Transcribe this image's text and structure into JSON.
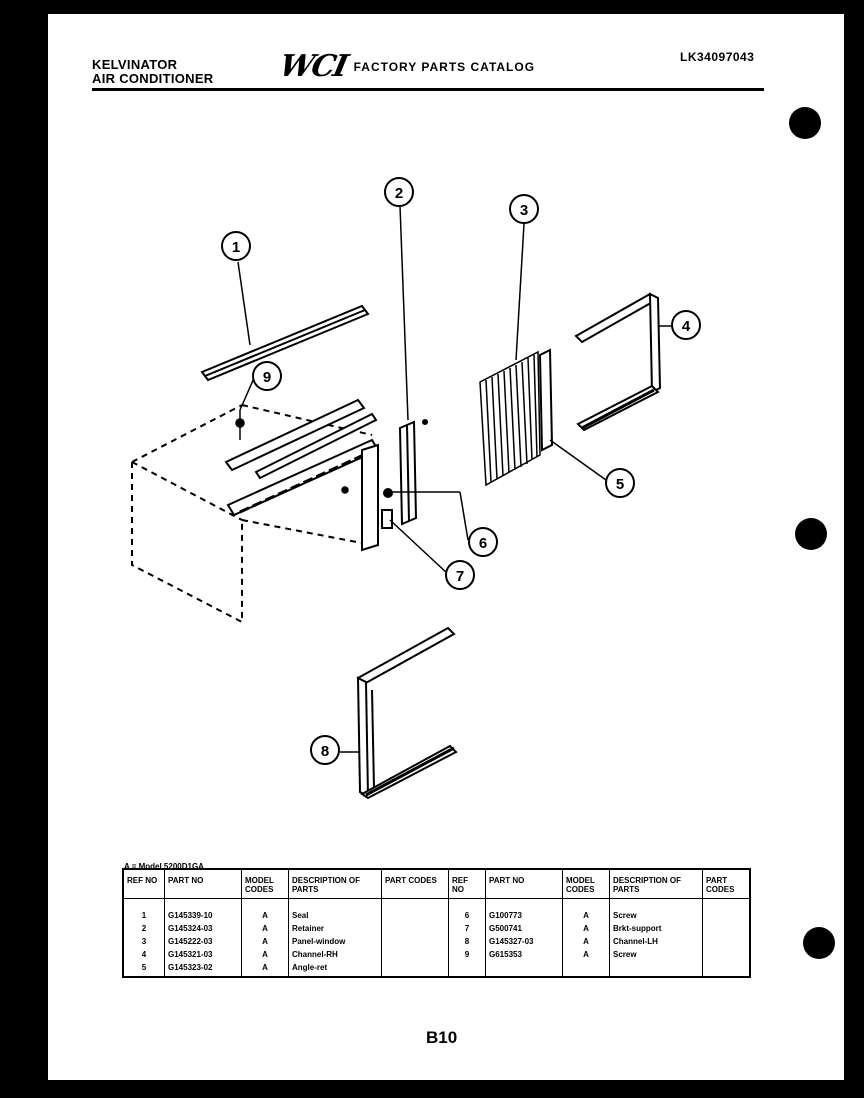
{
  "header": {
    "brand_line1": "KELVINATOR",
    "brand_line2": "AIR CONDITIONER",
    "logo_text": "WCI",
    "catalog_title": "FACTORY PARTS CATALOG",
    "catalog_number": "LK34097043"
  },
  "callouts": [
    "1",
    "2",
    "3",
    "4",
    "5",
    "6",
    "7",
    "8",
    "9"
  ],
  "model_note": "A = Model 5200D1GA",
  "table": {
    "headers": {
      "ref_no": "REF NO",
      "part_no": "PART NO",
      "model_codes": "MODEL CODES",
      "description": "DESCRIPTION OF PARTS",
      "part_codes": "PART CODES"
    },
    "left_rows": [
      {
        "ref": "1",
        "part": "G145339-10",
        "code": "A",
        "desc": "Seal"
      },
      {
        "ref": "2",
        "part": "G145324-03",
        "code": "A",
        "desc": "Retainer"
      },
      {
        "ref": "3",
        "part": "G145222-03",
        "code": "A",
        "desc": "Panel-window"
      },
      {
        "ref": "4",
        "part": "G145321-03",
        "code": "A",
        "desc": "Channel-RH"
      },
      {
        "ref": "5",
        "part": "G145323-02",
        "code": "A",
        "desc": "Angle-ret"
      }
    ],
    "right_rows": [
      {
        "ref": "6",
        "part": "G100773",
        "code": "A",
        "desc": "Screw"
      },
      {
        "ref": "7",
        "part": "G500741",
        "code": "A",
        "desc": "Brkt-support"
      },
      {
        "ref": "8",
        "part": "G145327-03",
        "code": "A",
        "desc": "Channel-LH"
      },
      {
        "ref": "9",
        "part": "G615353",
        "code": "A",
        "desc": "Screw"
      }
    ]
  },
  "page_number": "B10"
}
